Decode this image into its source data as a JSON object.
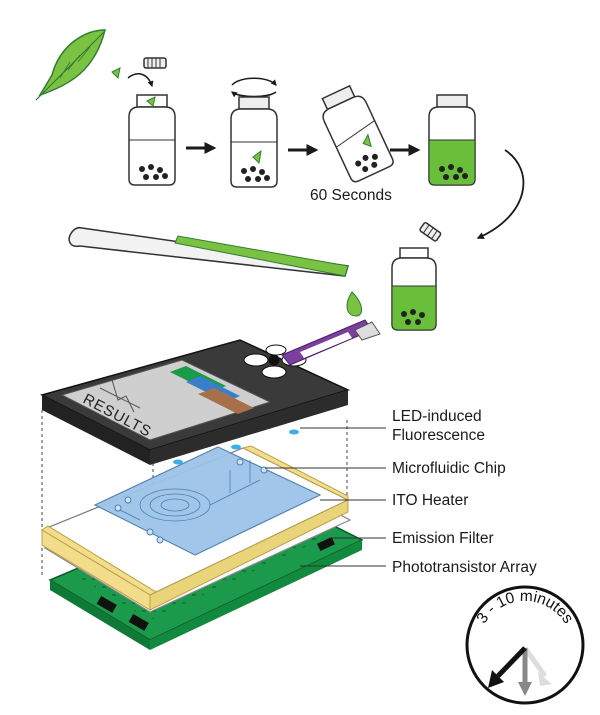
{
  "timing_label": "60 Seconds",
  "screen_label": "RESULTS",
  "layers": [
    {
      "label_1": "LED-induced",
      "label_2": "Fluorescence"
    },
    {
      "label": "Microfluidic Chip"
    },
    {
      "label": "ITO Heater"
    },
    {
      "label": "Emission Filter"
    },
    {
      "label": "Phototransistor Array"
    }
  ],
  "clock_label": "3 - 10 minutes",
  "colors": {
    "leaf_green": "#7cc242",
    "dark_green": "#2e7d32",
    "liquid_green": "#6abf3a",
    "pcb_green": "#1a9a4a",
    "chip_blue": "#9cc4e8",
    "heater_yellow": "#f3dd8a",
    "device_dark": "#3a3a3a",
    "strip_purple": "#7b3fa0",
    "arrow_black": "#1a1a1a"
  },
  "icons": [
    "leaf-icon",
    "vial-icon",
    "cap-icon",
    "rotate-arrows-icon",
    "pipette-icon",
    "droplet-icon",
    "clock-icon"
  ]
}
